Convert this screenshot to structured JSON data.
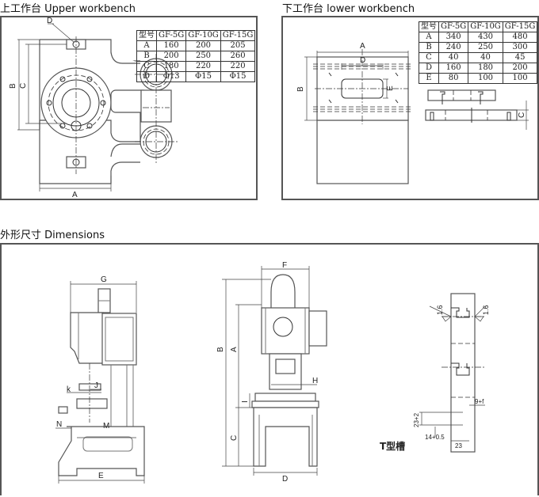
{
  "sections": {
    "upper": {
      "title": "上工作台  Upper workbench"
    },
    "lower": {
      "title": "下工作台  lower workbench"
    },
    "dims": {
      "title": "外形尺寸  Dimensions"
    }
  },
  "upper_table": {
    "headers": [
      "型号",
      "GF-5G",
      "GF-10G",
      "GF-15G"
    ],
    "rows": [
      [
        "A",
        "160",
        "200",
        "205"
      ],
      [
        "B",
        "200",
        "250",
        "260"
      ],
      [
        "C",
        "180",
        "220",
        "220"
      ],
      [
        "D",
        "Φ13",
        "Φ15",
        "Φ15"
      ]
    ]
  },
  "lower_table": {
    "headers": [
      "型号",
      "GF-5G",
      "GF-10G",
      "GF-15G"
    ],
    "rows": [
      [
        "A",
        "340",
        "430",
        "480"
      ],
      [
        "B",
        "240",
        "250",
        "300"
      ],
      [
        "C",
        "40",
        "40",
        "45"
      ],
      [
        "D",
        "160",
        "180",
        "200"
      ],
      [
        "E",
        "80",
        "100",
        "100"
      ]
    ]
  },
  "upper_labels": {
    "a": "A",
    "b": "B",
    "c": "C",
    "d": "D"
  },
  "lower_labels": {
    "a": "A",
    "b": "B",
    "c": "C",
    "d": "D",
    "e": "E"
  },
  "side_labels": {
    "g": "G",
    "j": "J",
    "k": "k",
    "n": "N",
    "m": "M",
    "e": "E"
  },
  "front_labels": {
    "f": "F",
    "b": "B",
    "a": "A",
    "h": "H",
    "i": "I",
    "c": "C",
    "d": "D"
  },
  "tslot": {
    "title": "T型槽",
    "roughness_left": "1.6",
    "roughness_right": "1.6",
    "dim_9": "9+f",
    "dim_23v": "23+2",
    "dim_14": "14+0.5",
    "dim_23": "23"
  }
}
